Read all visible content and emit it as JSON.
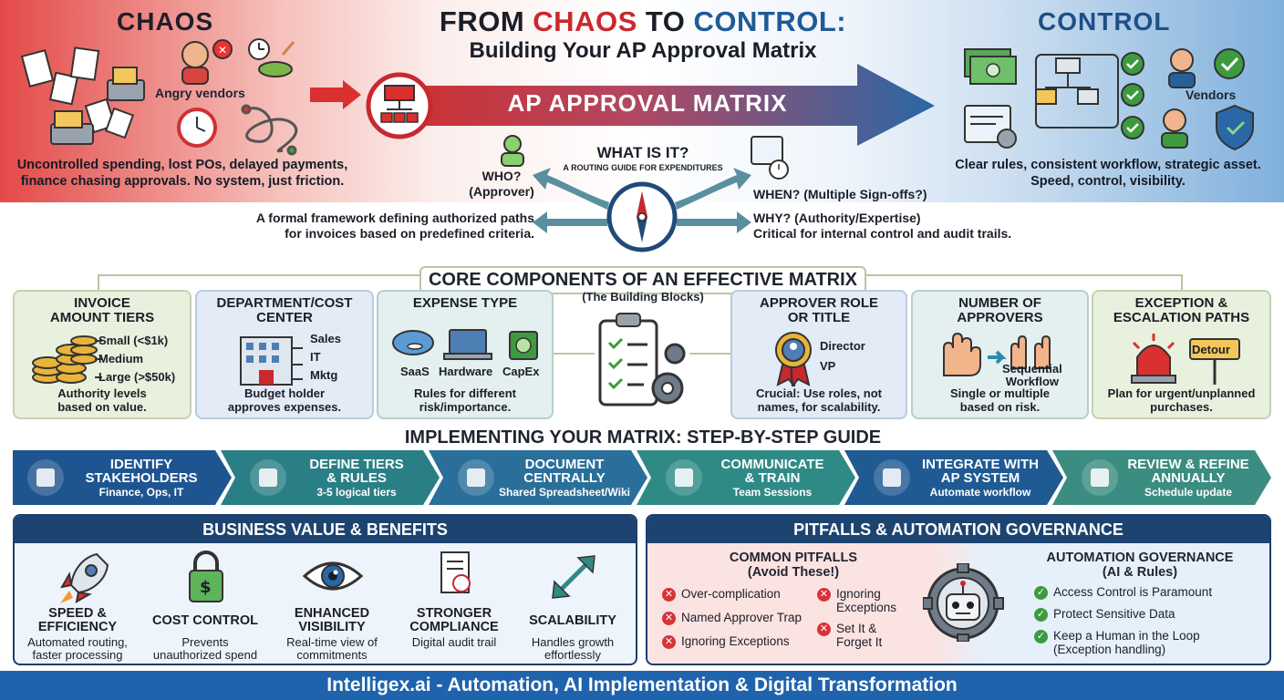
{
  "header": {
    "chaos_label": "CHAOS",
    "control_label": "CONTROL",
    "title_prefix": "FROM",
    "title_chaos": "CHAOS",
    "title_to": "TO",
    "title_control": "CONTROL:",
    "subtitle": "Building Your AP Approval Matrix",
    "angry_vendors": "Angry vendors",
    "chaos_desc_1": "Uncontrolled spending, lost POs, delayed payments,",
    "chaos_desc_2": "finance chasing approvals. No system, just friction.",
    "vendors": "Vendors",
    "control_desc_1": "Clear rules, consistent workflow, strategic asset.",
    "control_desc_2": "Speed, control, visibility.",
    "arrow_label": "AP APPROVAL MATRIX"
  },
  "what": {
    "title": "WHAT IS IT?",
    "subtitle": "A ROUTING GUIDE FOR EXPENDITURES",
    "who_1": "WHO?",
    "who_2": "(Approver)",
    "when": "WHEN? (Multiple Sign-offs?)",
    "why_1": "WHY? (Authority/Expertise)",
    "why_2": "Critical for internal control and audit trails.",
    "definition_1": "A formal framework defining authorized paths",
    "definition_2": "for invoices based on predefined criteria."
  },
  "core": {
    "title": "CORE COMPONENTS OF AN EFFECTIVE MATRIX",
    "subtitle": "(The Building Blocks)",
    "cards": [
      {
        "title_1": "INVOICE",
        "title_2": "AMOUNT TIERS",
        "items": [
          "Small (<$1k)",
          "Medium",
          "Large (>$50k)"
        ],
        "desc_1": "Authority levels",
        "desc_2": "based on value."
      },
      {
        "title_1": "DEPARTMENT/COST",
        "title_2": "CENTER",
        "items": [
          "Sales",
          "IT",
          "Mktg"
        ],
        "desc_1": "Budget holder",
        "desc_2": "approves expenses."
      },
      {
        "title_1": "EXPENSE TYPE",
        "title_2": "",
        "items": [
          "SaaS",
          "Hardware",
          "CapEx"
        ],
        "desc_1": "Rules for different",
        "desc_2": "risk/importance."
      },
      {
        "title_1": "APPROVER ROLE",
        "title_2": "OR TITLE",
        "items": [
          "Director",
          "VP"
        ],
        "desc_1": "Crucial: Use roles, not",
        "desc_2": "names, for scalability."
      },
      {
        "title_1": "NUMBER OF",
        "title_2": "APPROVERS",
        "items": [
          "Sequential",
          "Workflow"
        ],
        "desc_1": "Single or multiple",
        "desc_2": "based on risk."
      },
      {
        "title_1": "EXCEPTION &",
        "title_2": "ESCALATION PATHS",
        "items": [
          "Detour"
        ],
        "desc_1": "Plan for urgent/unplanned",
        "desc_2": "purchases."
      }
    ]
  },
  "steps": {
    "title": "IMPLEMENTING YOUR MATRIX: STEP-BY-STEP GUIDE",
    "items": [
      {
        "t1": "IDENTIFY",
        "t2": "STAKEHOLDERS",
        "sub": "Finance, Ops, IT",
        "color": "#1e5591"
      },
      {
        "t1": "DEFINE TIERS",
        "t2": "& RULES",
        "sub": "3-5 logical tiers",
        "color": "#2a7f86"
      },
      {
        "t1": "DOCUMENT",
        "t2": "CENTRALLY",
        "sub": "Shared Spreadsheet/Wiki",
        "color": "#2a6f9a"
      },
      {
        "t1": "COMMUNICATE",
        "t2": "& TRAIN",
        "sub": "Team Sessions",
        "color": "#2f8a86"
      },
      {
        "t1": "INTEGRATE WITH",
        "t2": "AP SYSTEM",
        "sub": "Automate workflow",
        "color": "#1f5a93"
      },
      {
        "t1": "REVIEW & REFINE",
        "t2": "ANNUALLY",
        "sub": "Schedule update",
        "color": "#3a8d80"
      }
    ]
  },
  "benefits": {
    "title": "BUSINESS VALUE & BENEFITS",
    "items": [
      {
        "t1": "SPEED &",
        "t2": "EFFICIENCY",
        "d1": "Automated routing,",
        "d2": "faster processing"
      },
      {
        "t1": "COST CONTROL",
        "t2": "",
        "d1": "Prevents",
        "d2": "unauthorized spend"
      },
      {
        "t1": "ENHANCED",
        "t2": "VISIBILITY",
        "d1": "Real-time view of",
        "d2": "commitments"
      },
      {
        "t1": "STRONGER",
        "t2": "COMPLIANCE",
        "d1": "Digital audit trail",
        "d2": ""
      },
      {
        "t1": "SCALABILITY",
        "t2": "",
        "d1": "Handles growth",
        "d2": "effortlessly"
      }
    ]
  },
  "pitfalls": {
    "title": "PITFALLS & AUTOMATION GOVERNANCE",
    "common_title": "COMMON PITFALLS",
    "common_sub": "(Avoid These!)",
    "left_items": [
      "Over-complication",
      "Named Approver Trap",
      "Ignoring Exceptions"
    ],
    "right_items": [
      [
        "Ignoring",
        "Exceptions"
      ],
      [
        "Set It &",
        "Forget It"
      ]
    ],
    "gov_title": "AUTOMATION GOVERNANCE",
    "gov_sub": "(AI & Rules)",
    "gov_items": [
      "Access Control is Paramount",
      "Protect Sensitive Data",
      "Keep a Human in the Loop",
      "(Exception handling)"
    ]
  },
  "footer": {
    "text": "Intelligex.ai - Automation, AI Implementation & Digital Transformation"
  },
  "colors": {
    "red": "#c9282d",
    "blue": "#1e5b96",
    "navy": "#1d4470",
    "green": "#3d9a3f",
    "footer": "#1f63ad"
  }
}
